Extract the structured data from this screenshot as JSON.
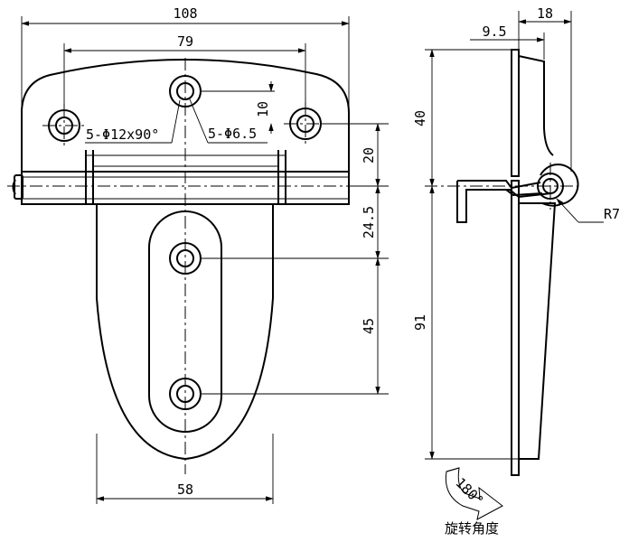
{
  "dimensions": {
    "overall_width": "108",
    "hole_spacing": "79",
    "bottom_width": "58",
    "top_hole_offset": "10",
    "upper_to_axis": "20",
    "axis_to_leaf_hole": "24.5",
    "leaf_hole_spacing": "45",
    "side_upper_height": "40",
    "side_lower_height": "91",
    "side_thickness": "9.5",
    "side_depth": "18",
    "radius": "R7"
  },
  "callouts": {
    "countersink_holes": "5-Φ12x90°",
    "through_holes": "5-Φ6.5"
  },
  "rotation": {
    "angle": "180°",
    "label": "旋转角度"
  }
}
